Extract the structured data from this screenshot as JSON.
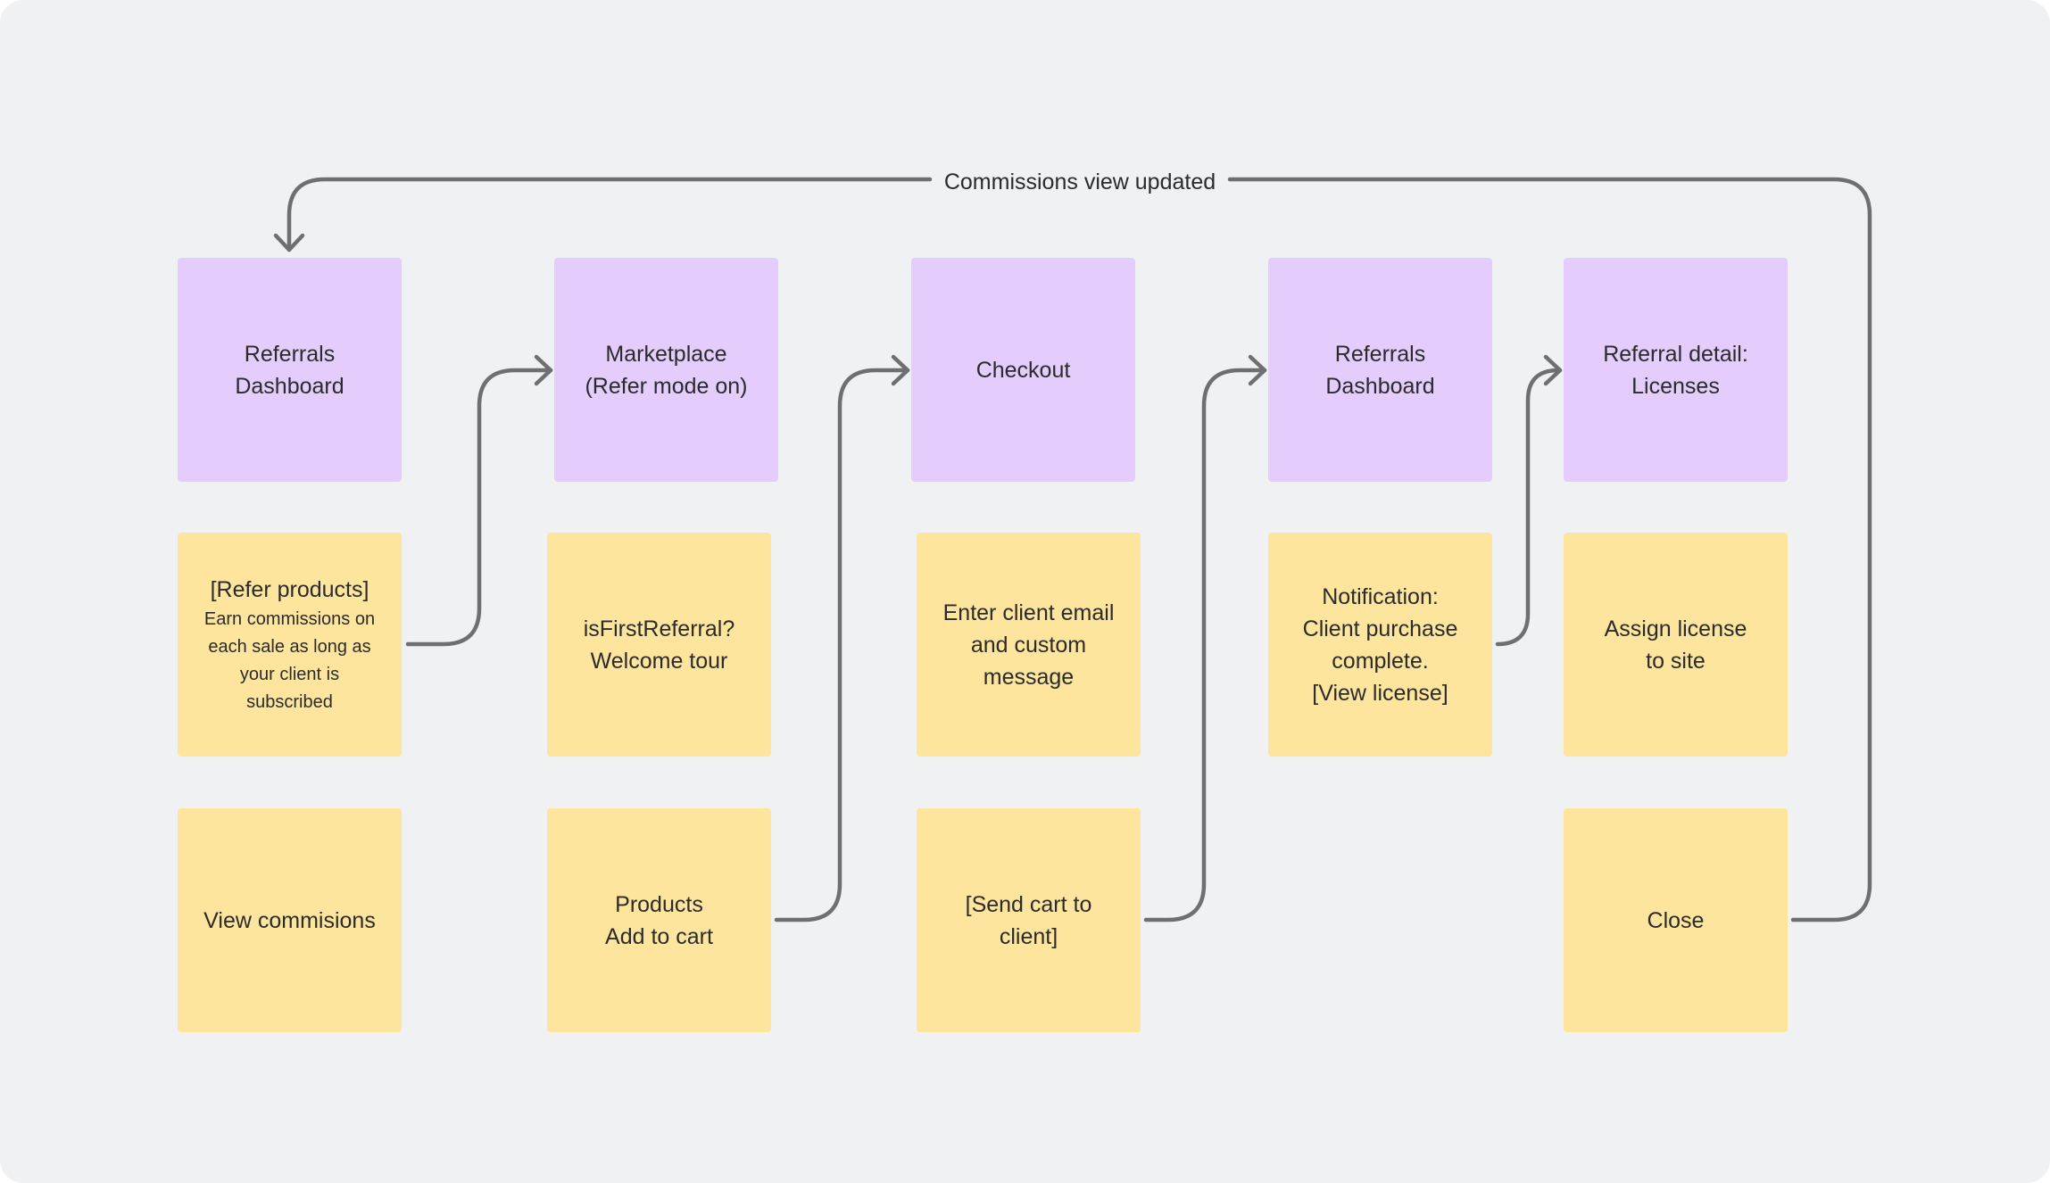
{
  "connector_label": "Commissions view updated",
  "colors": {
    "canvas": "#f0f1f3",
    "screen_sticky": "#e4cdfd",
    "action_sticky": "#fde59e",
    "connector": "#6f6f6f"
  },
  "columns": [
    {
      "screen": "Referrals\nDashboard",
      "actions": [
        {
          "title": "[Refer products]",
          "detail": "Earn commissions on\neach sale as long as\nyour client is\nsubscribed"
        },
        {
          "title": "View commisions"
        }
      ]
    },
    {
      "screen": "Marketplace\n(Refer mode on)",
      "actions": [
        {
          "title": "isFirstReferral?\nWelcome tour"
        },
        {
          "title": "Products\nAdd to cart"
        }
      ]
    },
    {
      "screen": "Checkout",
      "actions": [
        {
          "title": "Enter client email\nand custom\nmessage"
        },
        {
          "title": "[Send cart to\nclient]"
        }
      ]
    },
    {
      "screen": "Referrals\nDashboard",
      "actions": [
        {
          "title": "Notification:\nClient purchase\ncomplete.\n[View license]"
        }
      ]
    },
    {
      "screen": "Referral detail:\nLicenses",
      "actions": [
        {
          "title": "Assign license\nto site"
        },
        {
          "title": "Close"
        }
      ]
    }
  ]
}
